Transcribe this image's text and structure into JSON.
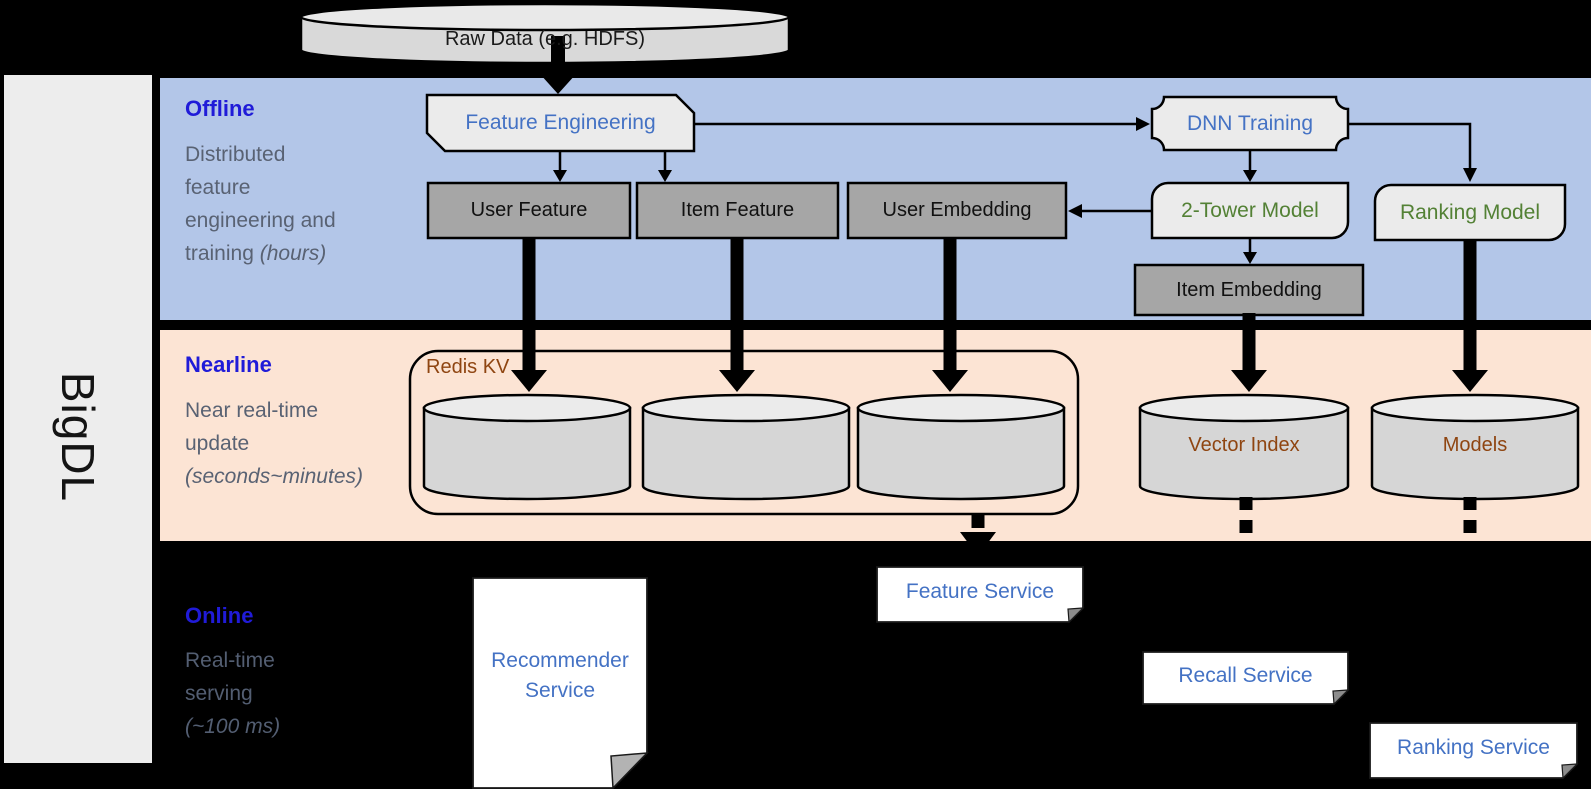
{
  "brand": {
    "label": "BigDL"
  },
  "datastore": {
    "raw_data": "Raw Data (e.g. HDFS)"
  },
  "sections": {
    "offline": {
      "title": "Offline",
      "desc": "Distributed feature engineering and training",
      "desc_italic": "(hours)"
    },
    "nearline": {
      "title": "Nearline",
      "desc": "Near real-time update",
      "desc_italic": "(seconds~minutes)"
    },
    "online": {
      "title": "Online",
      "desc": "Real-time serving",
      "desc_italic": "(~100 ms)"
    }
  },
  "nodes": {
    "feature_engineering": "Feature Engineering",
    "dnn_training": "DNN Training",
    "user_feature": "User Feature",
    "item_feature": "Item Feature",
    "user_embedding": "User Embedding",
    "two_tower_model": "2-Tower Model",
    "ranking_model": "Ranking Model",
    "item_embedding": "Item Embedding",
    "redis_kv": "Redis KV",
    "vector_index": "Vector Index",
    "models": "Models",
    "recommender_service": "Recommender Service",
    "feature_service": "Feature Service",
    "recall_service": "Recall Service",
    "ranking_service": "Ranking Service"
  },
  "colors": {
    "offline_band": "#b3c6e8",
    "nearline_band": "#fce4d4",
    "online_band": "#000000",
    "sidebar": "#ededed",
    "band_title_blue": "#201bd8",
    "desc_gray": "#596273",
    "node_text_blue": "#4472c4",
    "node_text_green": "#538135",
    "node_text_brown": "#8f4511",
    "box_dark_gray": "#a6a6a6",
    "box_light_gray": "#ebebeb",
    "cylinder_gray": "#d6d6d6",
    "service_white": "#ffffff"
  }
}
